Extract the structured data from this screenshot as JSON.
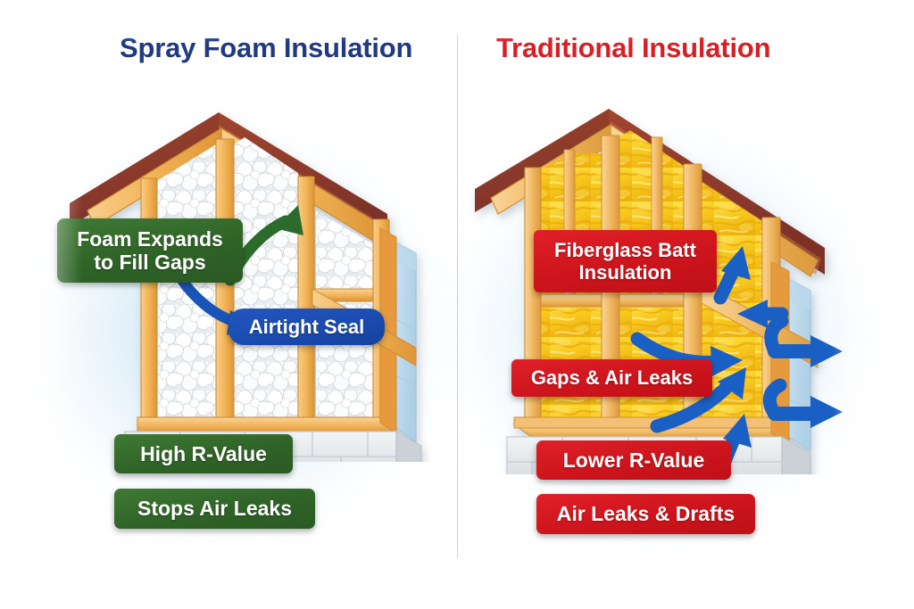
{
  "panels": {
    "left": {
      "title": "Spray Foam Insulation",
      "title_color": "#1f3a80",
      "accent_color": "#2f6327",
      "insulation_color": "#ffffff",
      "insulation_type": "spray-foam",
      "badges": [
        {
          "id": "foam-expands",
          "line1": "Foam Expands",
          "line2": "to Fill Gaps",
          "color": "green"
        },
        {
          "id": "airtight-seal",
          "line1": "Airtight Seal",
          "line2": "",
          "color": "blue"
        },
        {
          "id": "high-r-value",
          "line1": "High R-Value",
          "line2": "",
          "color": "green"
        },
        {
          "id": "stops-air-leaks",
          "line1": "Stops Air Leaks",
          "line2": "",
          "color": "green"
        }
      ],
      "arrows": [
        {
          "name": "foam-expansion-arrow",
          "color": "#2d6b2c",
          "direction": "up-right"
        },
        {
          "name": "airtight-seal-pointer-arrow",
          "color": "#1a54b8",
          "direction": "down-right"
        }
      ]
    },
    "right": {
      "title": "Traditional Insulation",
      "title_color": "#d61f26",
      "accent_color": "#cd141c",
      "insulation_color": "#f5c51e",
      "insulation_type": "fiberglass-batt",
      "badges": [
        {
          "id": "fiberglass-batt",
          "line1": "Fiberglass Batt",
          "line2": "Insulation",
          "color": "red"
        },
        {
          "id": "gaps-air-leaks",
          "line1": "Gaps & Air Leaks",
          "line2": "",
          "color": "red"
        },
        {
          "id": "lower-r-value",
          "line1": "Lower R-Value",
          "line2": "",
          "color": "red"
        },
        {
          "id": "air-leaks-drafts",
          "line1": "Air Leaks & Drafts",
          "line2": "",
          "color": "red"
        }
      ],
      "arrows": [
        {
          "name": "air-leak-arrow-up",
          "color": "#1a5fc4",
          "direction": "up"
        },
        {
          "name": "air-leak-arrow-in",
          "color": "#1a5fc4",
          "direction": "left"
        },
        {
          "name": "air-leak-arrow-right-upper",
          "color": "#1a5fc4",
          "direction": "right"
        },
        {
          "name": "air-leak-arrow-curve-mid",
          "color": "#1a5fc4",
          "direction": "up-right"
        },
        {
          "name": "air-leak-arrow-out-upper",
          "color": "#1a5fc4",
          "direction": "right"
        },
        {
          "name": "air-leak-arrow-out-lower",
          "color": "#1a5fc4",
          "direction": "right"
        },
        {
          "name": "air-leak-arrow-bottom",
          "color": "#1a5fc4",
          "direction": "up"
        }
      ]
    }
  },
  "colors": {
    "background": "#ffffff",
    "haze": "#b5d8f0",
    "divider": "#c9cdd3",
    "wood_frame": "#f2b45c",
    "wood_frame_light": "#fbd79a",
    "wood_frame_dark": "#d98f34",
    "roof": "#8f3a2e",
    "foundation": "#e3e6e8",
    "foam_white": "#ffffff",
    "fiberglass_yellow": "#f5c51e",
    "badge_green": "#2f6327",
    "badge_red": "#cd141c",
    "badge_blue": "#1a4aae"
  }
}
